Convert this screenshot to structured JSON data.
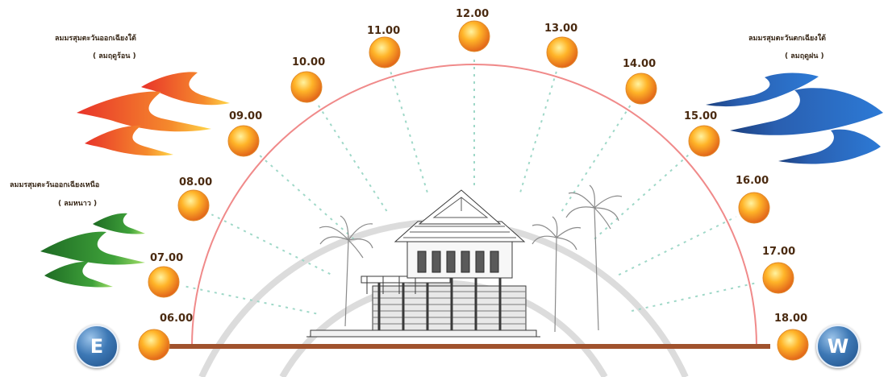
{
  "times": [
    "06.00",
    "07.00",
    "08.00",
    "09.00",
    "10.00",
    "11.00",
    "12.00",
    "13.00",
    "14.00",
    "15.00",
    "16.00",
    "17.00",
    "18.00"
  ],
  "directions": {
    "east": "E",
    "west": "W"
  },
  "wind_labels": {
    "southwest_hot": {
      "line1": "ลมมรสุมตะวันออกเฉียงใต้",
      "line2": "( ลมฤดูร้อน )"
    },
    "northeast": {
      "line1": "ลมมรสุมตะวันออกเฉียงเหนือ",
      "line2": "( ลมหนาว )"
    },
    "southwest_rain": {
      "line1": "ลมมรสุมตะวันตกเฉียงใต้",
      "line2": "( ลมฤดูฝน )"
    }
  },
  "colors": {
    "sun": "#f7a21b",
    "arc": "#f08a8a",
    "ground": "#a0522d",
    "hot_wind": "#f07a2a",
    "cold_wind": "#3f9a3a",
    "rain_wind": "#2f6fc4",
    "rays": "#9fd8c8"
  },
  "icons": [
    "sun-icon",
    "wind-arrow-icon",
    "house-icon",
    "palm-tree-icon",
    "compass-badge-icon"
  ]
}
